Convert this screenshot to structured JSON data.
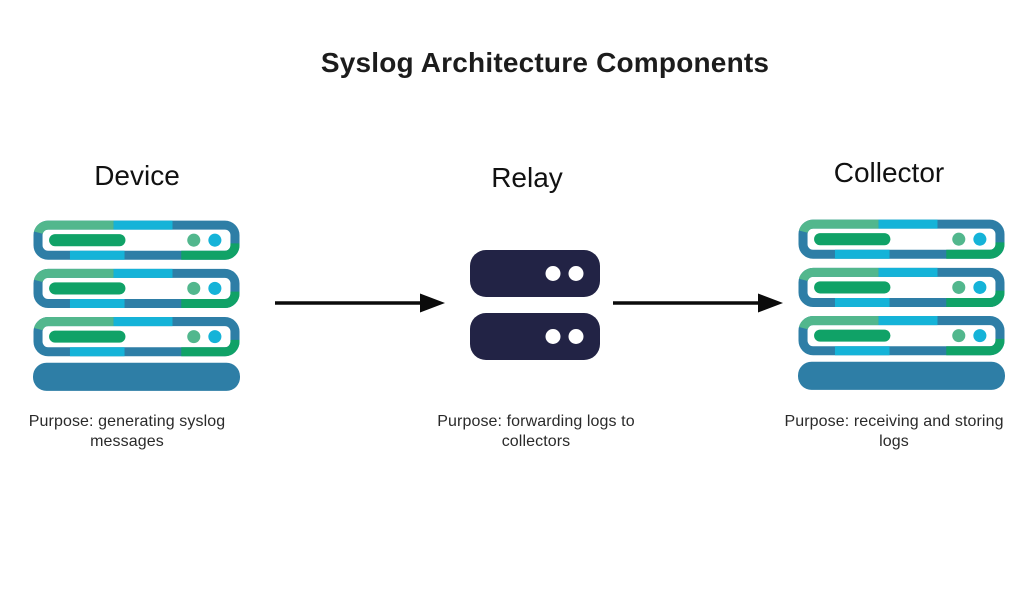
{
  "title": "Syslog Architecture Components",
  "colors": {
    "steel_blue": "#2E7EA6",
    "cyan": "#15B3D8",
    "seafoam": "#52B78D",
    "green": "#10A267",
    "navy": "#222345",
    "arrow_black": "#0B0B0B",
    "text_dark": "#1C1C1C"
  },
  "components": [
    {
      "label": "Device",
      "icon": "server-stack-icon",
      "purpose": "Purpose: generating syslog messages"
    },
    {
      "label": "Relay",
      "icon": "relay-stack-icon",
      "purpose": "Purpose: forwarding logs to collectors"
    },
    {
      "label": "Collector",
      "icon": "server-stack-icon",
      "purpose": "Purpose: receiving and storing logs"
    }
  ],
  "connections": [
    {
      "from": "Device",
      "to": "Relay"
    },
    {
      "from": "Relay",
      "to": "Collector"
    }
  ]
}
